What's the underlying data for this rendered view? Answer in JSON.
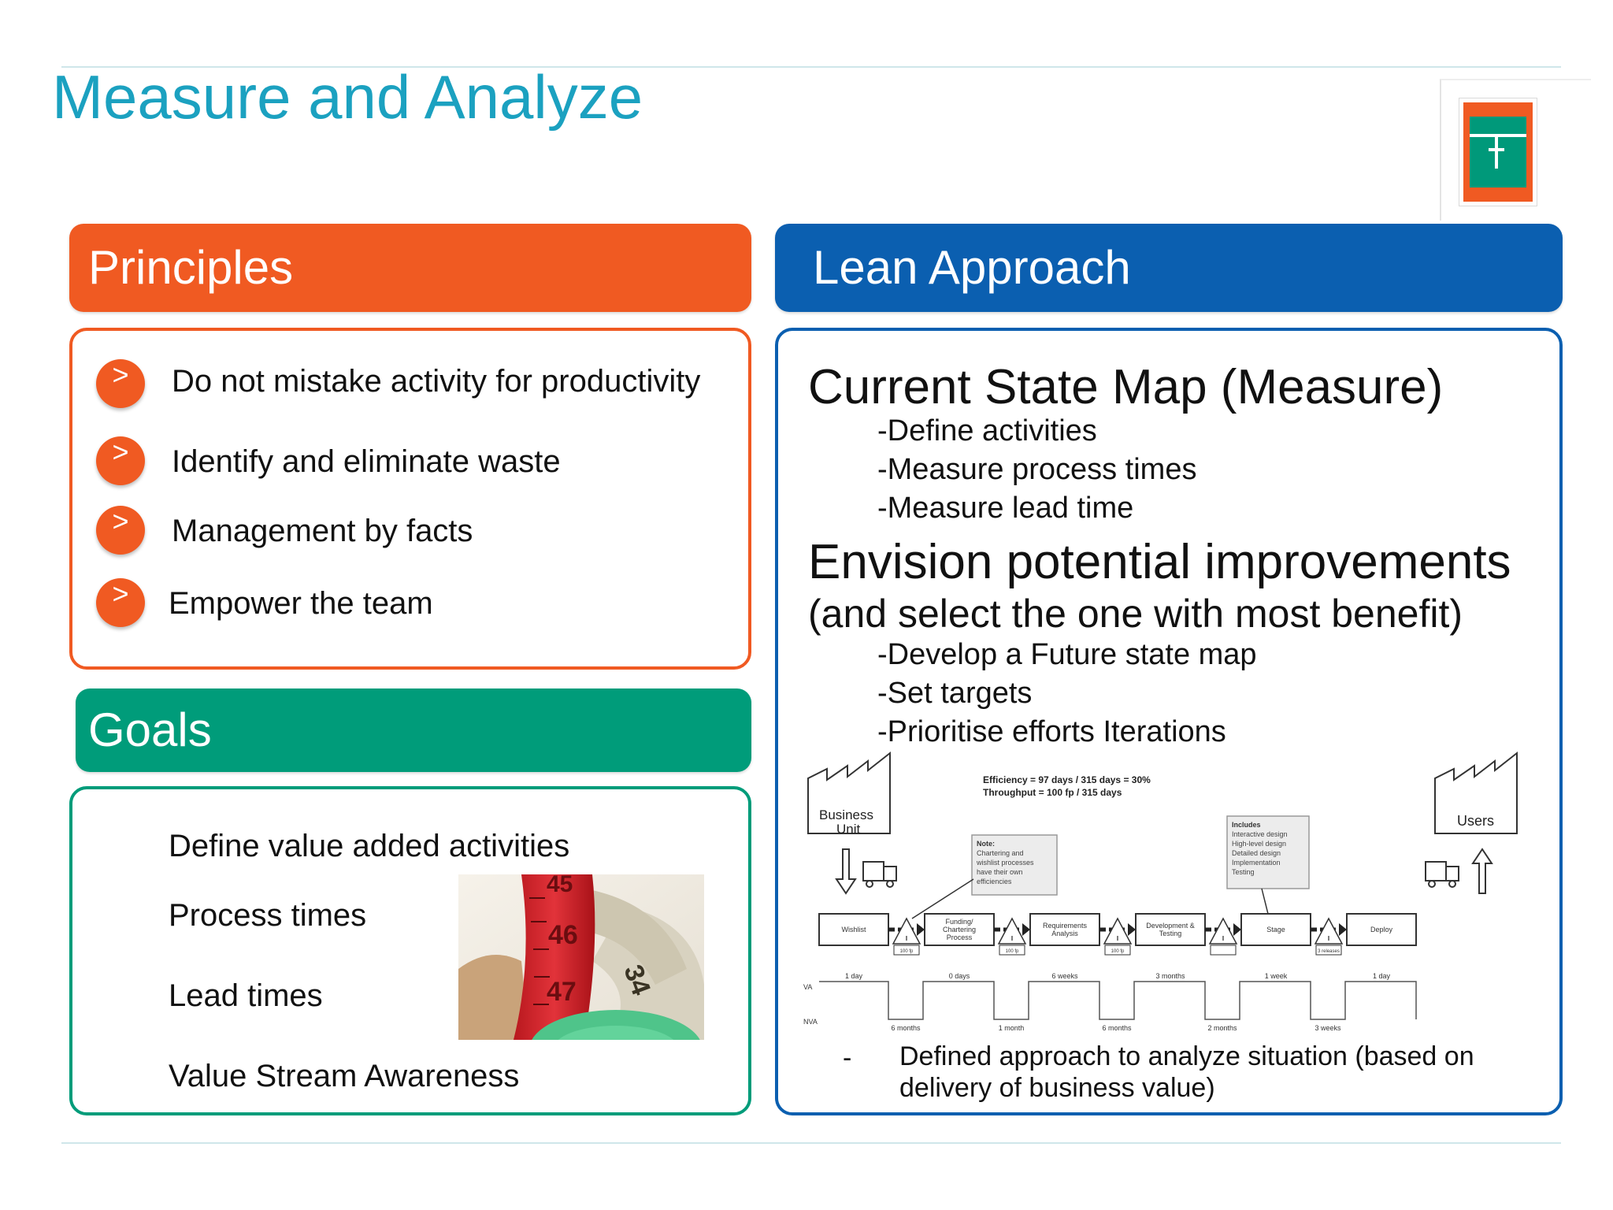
{
  "title": "Measure and Analyze",
  "principles": {
    "header": "Principles",
    "bullet_glyph": ">",
    "items": [
      "Do not mistake activity for productivity",
      "Identify and eliminate waste",
      "Management by facts",
      "Empower the team"
    ]
  },
  "goals": {
    "header": "Goals",
    "items": [
      "Define value added activities",
      "Process times",
      "Lead times",
      "Value Stream Awareness"
    ],
    "tape_numbers": [
      "45",
      "46",
      "47",
      "34"
    ]
  },
  "lean": {
    "header": "Lean Approach",
    "heading1": "Current State Map (Measure)",
    "list1": [
      "-Define activities",
      "-Measure process times",
      "-Measure lead time"
    ],
    "heading2": "Envision potential improvements",
    "heading2_sub": "(and select the one with most benefit)",
    "list2": [
      "-Develop a Future state map",
      "-Set targets",
      "-Prioritise efforts Iterations"
    ],
    "footer_dash": "-",
    "footer_line1": "Defined approach to analyze situation (based on",
    "footer_line2": "delivery of business value)"
  },
  "vsm": {
    "efficiency": "Efficiency = 97 days / 315 days = 30%",
    "throughput": "Throughput = 100 fp / 315 days",
    "supplier": [
      "Business",
      "Unit"
    ],
    "customer": "Users",
    "note1": [
      "Note:",
      "Chartering and",
      "wishlist processes",
      "have their own",
      "efficiencies"
    ],
    "note2": [
      "Includes",
      "Interactive design",
      "High-level design",
      "Detailed design",
      "Implementation",
      "Testing"
    ],
    "processes": [
      [
        "Wishlist"
      ],
      [
        "Funding/",
        "Chartering",
        "Process"
      ],
      [
        "Requirements",
        "Analysis"
      ],
      [
        "Development &",
        "Testing"
      ],
      [
        "Stage"
      ],
      [
        "Deploy"
      ]
    ],
    "inventory": [
      "100 fp",
      "100 fp",
      "100 fp",
      "",
      "3 releases"
    ],
    "va_label": "VA",
    "nva_label": "NVA",
    "va_times": [
      "1 day",
      "0 days",
      "6 weeks",
      "3 months",
      "1 week",
      "1 day"
    ],
    "nva_times": [
      "6 months",
      "1 month",
      "6 months",
      "2 months",
      "3 weeks"
    ]
  },
  "colors": {
    "title": "#1ba1c0",
    "principles": "#f05a22",
    "lean": "#0b5fb0",
    "goals": "#009c7a"
  }
}
